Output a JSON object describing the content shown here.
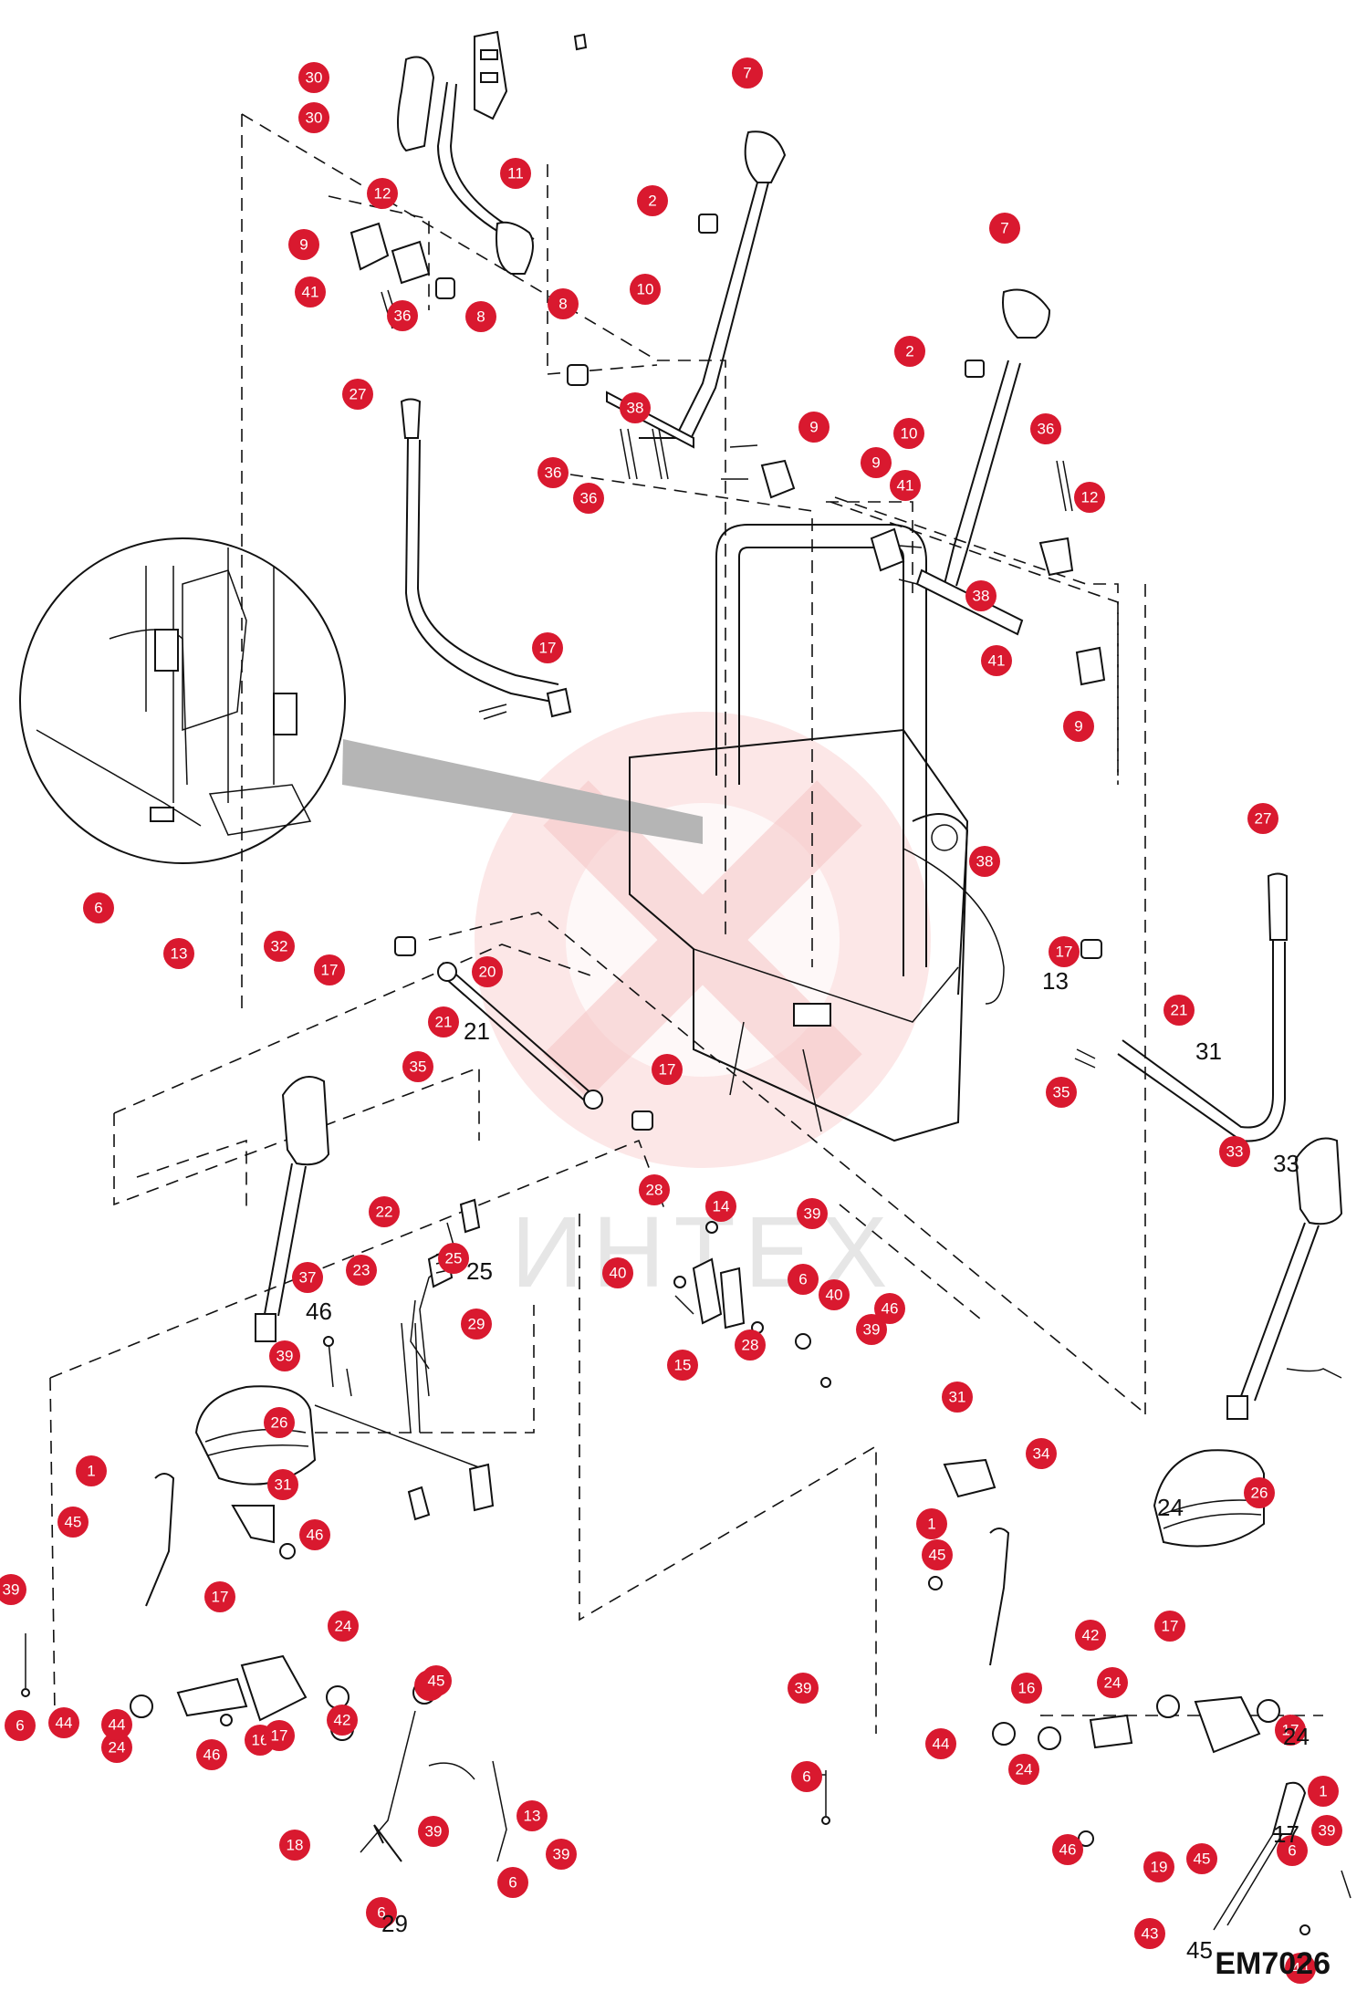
{
  "figure_id": "EM7026",
  "watermark": {
    "text": "ИНТЕХ",
    "color": "#f6c9c9"
  },
  "colors": {
    "callout": "#d9192f",
    "callout_text": "#ffffff",
    "line": "#111111"
  },
  "callout_numbers": [
    "1",
    "2",
    "6",
    "7",
    "8",
    "9",
    "10",
    "11",
    "12",
    "13",
    "14",
    "15",
    "16",
    "17",
    "18",
    "19",
    "20",
    "21",
    "22",
    "23",
    "24",
    "25",
    "26",
    "27",
    "28",
    "29",
    "30",
    "31",
    "32",
    "33",
    "34",
    "35",
    "36",
    "37",
    "38",
    "39",
    "40",
    "41",
    "42",
    "43",
    "44",
    "45",
    "46",
    "47"
  ]
}
